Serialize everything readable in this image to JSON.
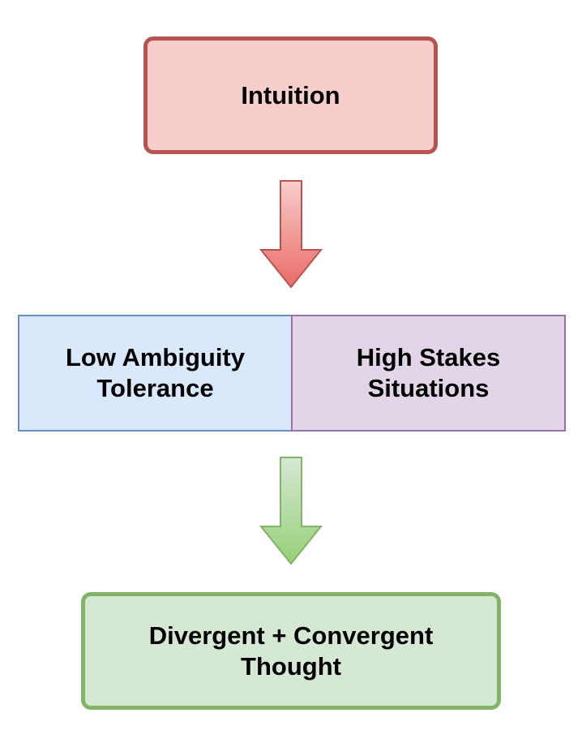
{
  "nodes": {
    "intuition": {
      "label": "Intuition",
      "fill": "#f8cecc",
      "stroke": "#b85450"
    },
    "low_ambiguity": {
      "label": "Low Ambiguity\nTolerance",
      "fill": "#dae8fc",
      "stroke": "#6c8ebf"
    },
    "high_stakes": {
      "label": "High Stakes\nSituations",
      "fill": "#e1d5e7",
      "stroke": "#9673a6"
    },
    "result": {
      "label": "Divergent + Convergent\nThought",
      "fill": "#d5e8d4",
      "stroke": "#82b366"
    }
  },
  "arrows": {
    "top": {
      "fill_start": "#f8cecc",
      "fill_end": "#ea6b66",
      "stroke": "#b85450"
    },
    "bottom": {
      "fill_start": "#d5e8d4",
      "fill_end": "#97d077",
      "stroke": "#82b366"
    }
  }
}
